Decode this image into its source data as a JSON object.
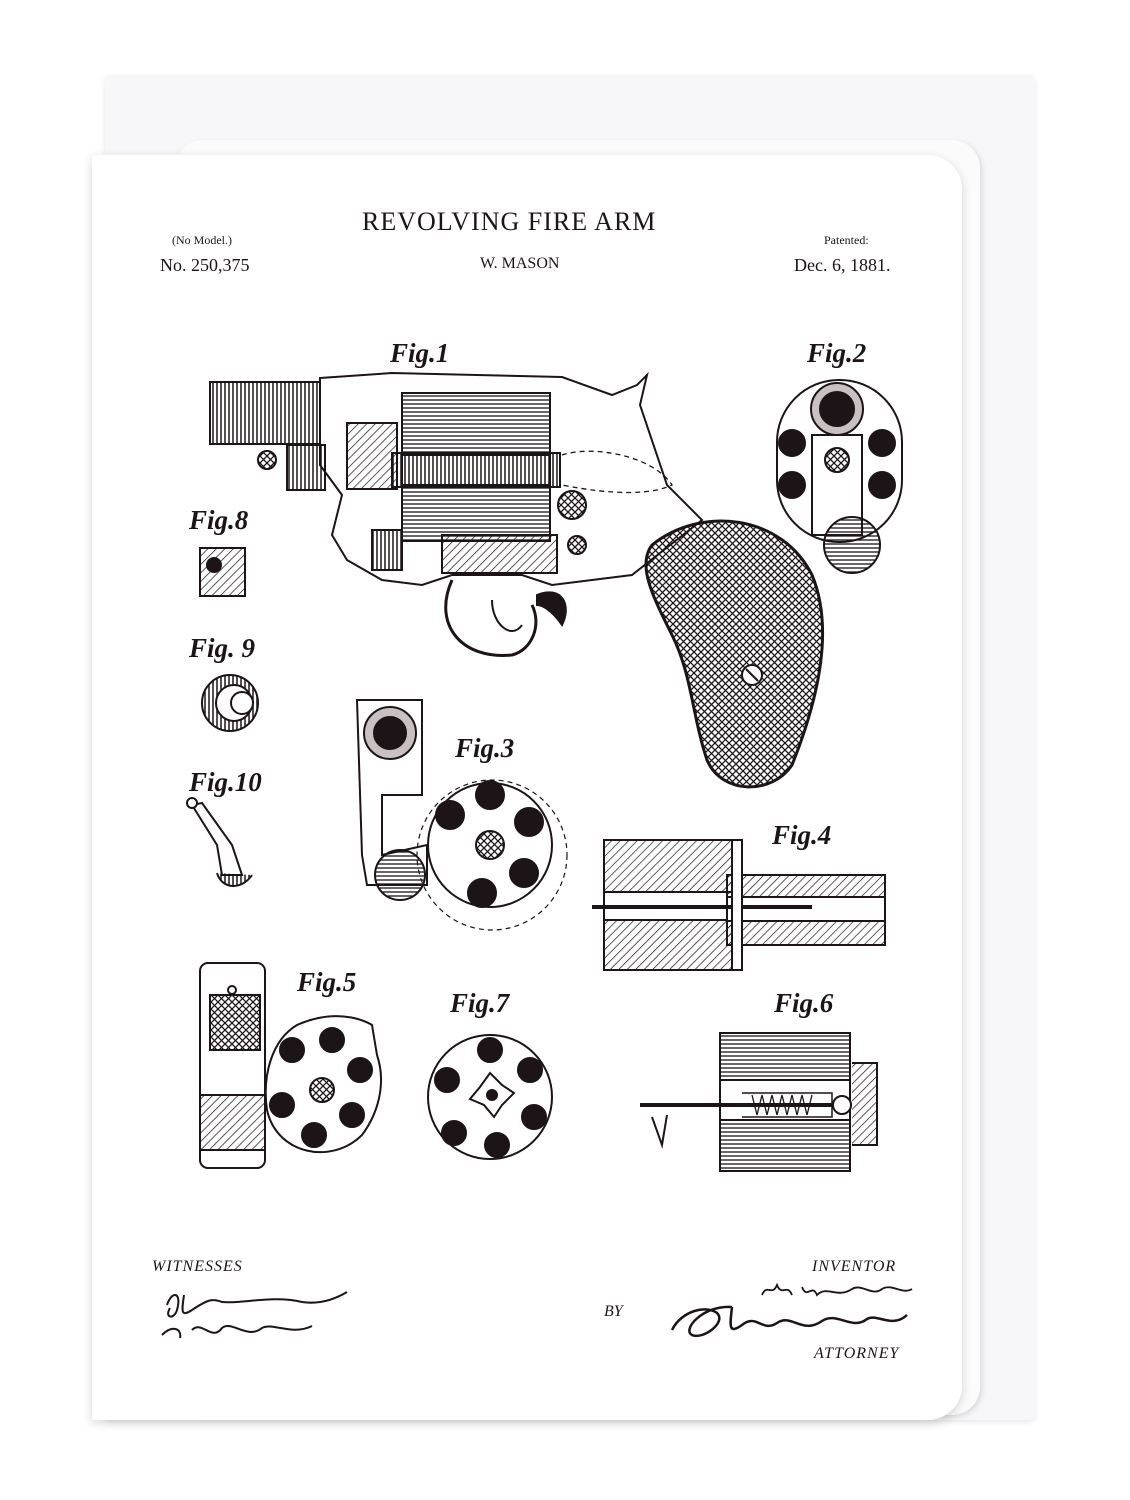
{
  "header": {
    "title": "REVOLVING FIRE ARM",
    "no_model": "(No Model.)",
    "patent_no": "No. 250,375",
    "inventor_name": "W. MASON",
    "patented_label": "Patented:",
    "date": "Dec. 6, 1881."
  },
  "figures": {
    "fig1": "Fig.1",
    "fig2": "Fig.2",
    "fig3": "Fig.3",
    "fig4": "Fig.4",
    "fig5": "Fig.5",
    "fig6": "Fig.6",
    "fig7": "Fig.7",
    "fig8": "Fig.8",
    "fig9": "Fig. 9",
    "fig10": "Fig.10"
  },
  "footer": {
    "witnesses_label": "WITNESSES",
    "inventor_label": "INVENTOR",
    "by_label": "BY",
    "attorney_label": "ATTORNEY"
  },
  "colors": {
    "ink": "#1c1416",
    "paper": "#ffffff"
  }
}
